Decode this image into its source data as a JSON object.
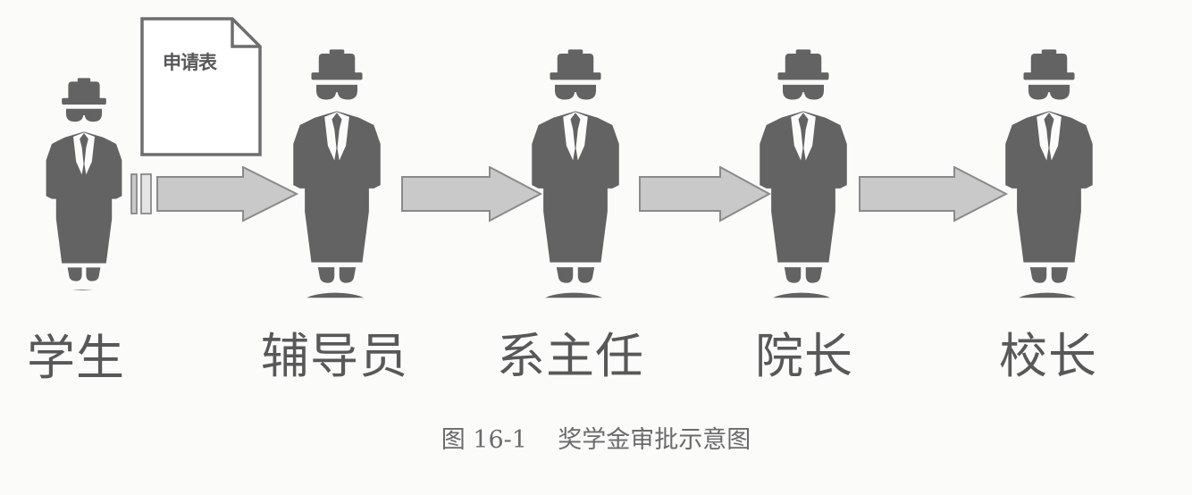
{
  "diagram": {
    "title_caption": "图 16-1    奖学金审批示意图",
    "caption_figure_number": "图 16-1",
    "caption_text": "奖学金审批示意图",
    "background_color": "#fbfbfa",
    "figure_color": "#636363",
    "arrow_fill_color": "#c9c9c9",
    "arrow_stroke_color": "#8a8a8a",
    "label_color": "#585858",
    "caption_color": "#6b6b6b",
    "document": {
      "name": "application-form",
      "label": "申请表",
      "border_color": "#6e6e6e",
      "fill_color": "#ffffff"
    },
    "nodes": [
      {
        "id": "student",
        "label": "学生",
        "icon": "person-figure-icon"
      },
      {
        "id": "counselor",
        "label": "辅导员",
        "icon": "person-figure-icon"
      },
      {
        "id": "dept-head",
        "label": "系主任",
        "icon": "person-figure-icon"
      },
      {
        "id": "dean",
        "label": "院长",
        "icon": "person-figure-icon"
      },
      {
        "id": "president",
        "label": "校长",
        "icon": "person-figure-icon"
      }
    ],
    "arrows": [
      {
        "id": "arrow-student-to-counselor",
        "from": "student",
        "to": "counselor",
        "has_tail_bars": true
      },
      {
        "id": "arrow-counselor-to-dept-head",
        "from": "counselor",
        "to": "dept-head",
        "has_tail_bars": false
      },
      {
        "id": "arrow-dept-head-to-dean",
        "from": "dept-head",
        "to": "dean",
        "has_tail_bars": false
      },
      {
        "id": "arrow-dean-to-president",
        "from": "dean",
        "to": "president",
        "has_tail_bars": false
      }
    ]
  },
  "chart_data": {
    "type": "diagram",
    "subtype": "process-flow",
    "title": "奖学金审批示意图",
    "figure_number": "图 16-1",
    "nodes": [
      "学生",
      "辅导员",
      "系主任",
      "院长",
      "校长"
    ],
    "edges": [
      {
        "from": "学生",
        "to": "辅导员",
        "payload": "申请表"
      },
      {
        "from": "辅导员",
        "to": "系主任",
        "payload": ""
      },
      {
        "from": "系主任",
        "to": "院长",
        "payload": ""
      },
      {
        "from": "院长",
        "to": "校长",
        "payload": ""
      }
    ],
    "attachments": [
      {
        "label": "申请表",
        "attached_to_edge": "学生→辅导员"
      }
    ]
  }
}
